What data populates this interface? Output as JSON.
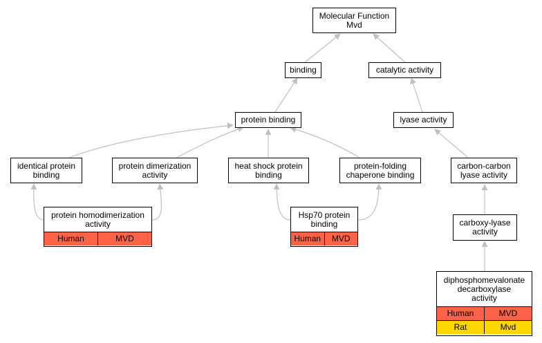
{
  "diagram": {
    "nodes": {
      "root": {
        "line1": "Molecular Function",
        "line2": "Mvd"
      },
      "binding": {
        "label": "binding"
      },
      "catalytic": {
        "label": "catalytic activity"
      },
      "protein_binding": {
        "label": "protein binding"
      },
      "lyase": {
        "label": "lyase activity"
      },
      "identical": {
        "line1": "identical protein",
        "line2": "binding"
      },
      "dimerization": {
        "line1": "protein dimerization",
        "line2": "activity"
      },
      "heat_shock": {
        "line1": "heat shock protein",
        "line2": "binding"
      },
      "folding": {
        "line1": "protein-folding",
        "line2": "chaperone binding"
      },
      "cc_lyase": {
        "line1": "carbon-carbon",
        "line2": "lyase activity"
      },
      "homodimerization": {
        "line1": "protein homodimerization",
        "line2": "activity",
        "species": "Human",
        "gene": "MVD"
      },
      "hsp70": {
        "line1": "Hsp70 protein",
        "line2": "binding",
        "species": "Human",
        "gene": "MVD"
      },
      "carboxy_lyase": {
        "line1": "carboxy-lyase",
        "line2": "activity"
      },
      "diphospho": {
        "line1": "diphosphomevalonate",
        "line2": "decarboxylase",
        "line3": "activity",
        "row1_species": "Human",
        "row1_gene": "MVD",
        "row2_species": "Rat",
        "row2_gene": "Mvd"
      }
    },
    "colors": {
      "edge": "#c0c0c0",
      "human": "#ff6347",
      "rat": "#ffd700",
      "border": "#000000"
    }
  }
}
